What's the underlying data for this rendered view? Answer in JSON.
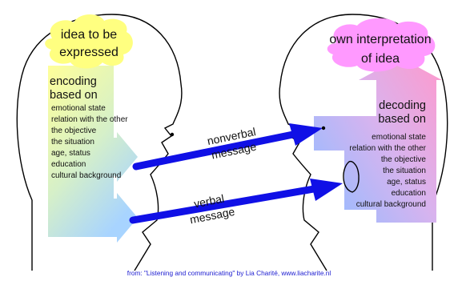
{
  "sender": {
    "idea_line1": "idea to be",
    "idea_line2": "expressed",
    "heading_line1": "encoding",
    "heading_line2": "based on",
    "factors": [
      "emotional state",
      "relation with the other",
      "the objective",
      "the situation",
      "age, status",
      "education",
      "cultural background"
    ]
  },
  "receiver": {
    "idea_line1": "own interpretation",
    "idea_line2": "of idea",
    "heading_line1": "decoding",
    "heading_line2": "based on",
    "factors": [
      "emotional state",
      "relation with the other",
      "the objective",
      "the situation",
      "age, status",
      "education",
      "cultural background"
    ]
  },
  "messages": {
    "nonverbal_line1": "nonverbal",
    "nonverbal_line2": "message",
    "verbal_line1": "verbal",
    "verbal_line2": "message"
  },
  "credit": "from: \"Listening and communicating\" by Lia Charité, www.liacharite.nl",
  "colors": {
    "idea_cloud": "#ffff80",
    "interpretation_cloud": "#ff99ff",
    "message_arrow": "#1010e6",
    "sender_gradient": [
      "#ffff99",
      "#a8d4ff"
    ],
    "receiver_gradient": [
      "#ff99cc",
      "#99bbff"
    ],
    "credit_text": "#1a1ad0"
  }
}
